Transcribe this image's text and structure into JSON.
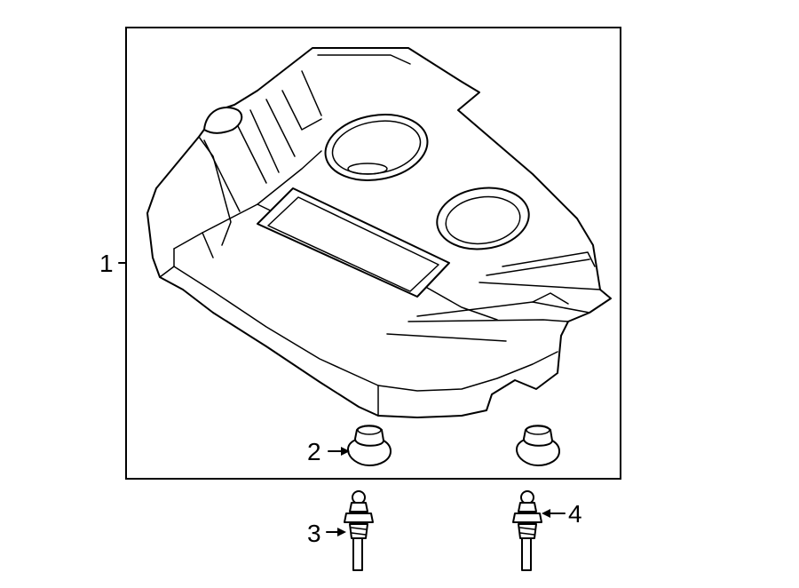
{
  "callouts": {
    "engine_cover": "1",
    "grommet": "2",
    "stud_left": "3",
    "stud_right": "4"
  },
  "colors": {
    "line": "#000000",
    "background": "#ffffff"
  }
}
